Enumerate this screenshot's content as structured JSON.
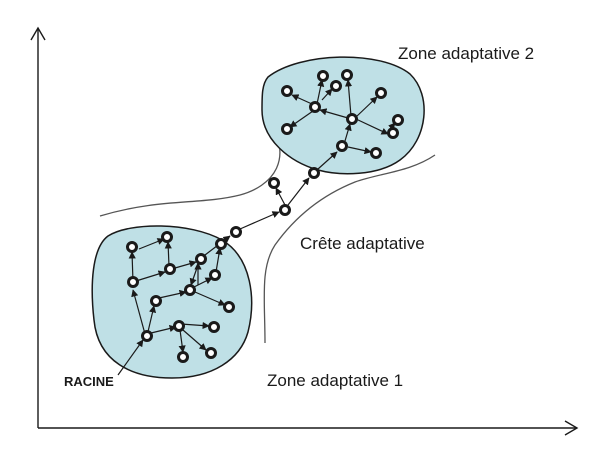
{
  "labels": {
    "zone_top": "Zone adaptative 2",
    "ridge": "Crête adaptative",
    "zone_bottom": "Zone adaptative 1",
    "root": "RACINE"
  },
  "colors": {
    "zone_fill": "#bfe0e6",
    "stroke": "#1a1a1a",
    "node_fill": "#ffffff",
    "ridge_line": "#555555"
  }
}
